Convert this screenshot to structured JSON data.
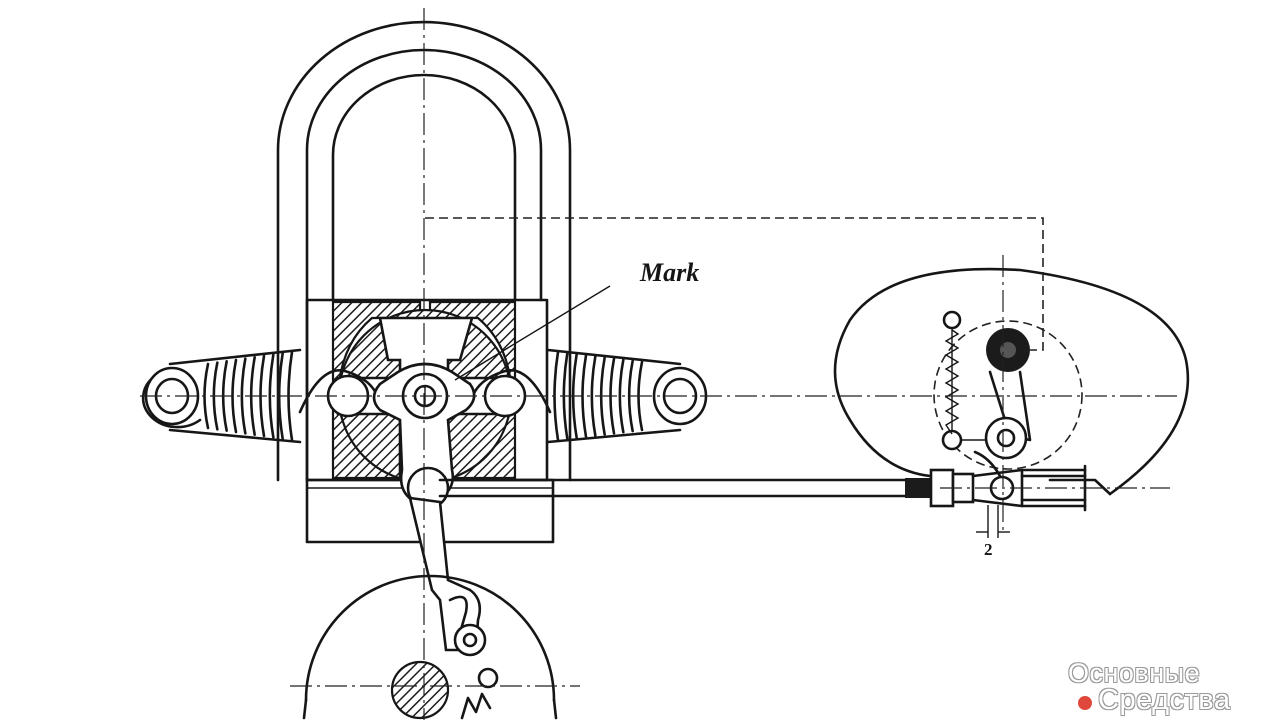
{
  "annotations": {
    "mark_label": "Mark",
    "dimension_label": "2"
  },
  "watermark": {
    "line1": "Основные",
    "line2": "Средства",
    "dot_color": "#e0483c"
  },
  "colors": {
    "ink": "#161616",
    "background": "#ffffff"
  }
}
